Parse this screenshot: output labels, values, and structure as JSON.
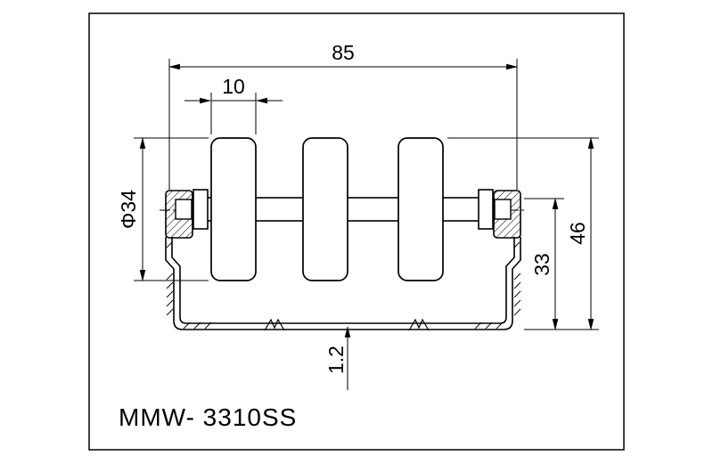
{
  "drawing": {
    "part_label": "MMW- 3310SS",
    "dimensions": {
      "overall_width": "85",
      "roller_width": "10",
      "roller_diameter": "Φ34",
      "overall_height": "46",
      "rail_inner_height": "33",
      "wall_thickness": "1.2"
    },
    "colors": {
      "line_color": "#000000",
      "background": "#ffffff"
    }
  }
}
